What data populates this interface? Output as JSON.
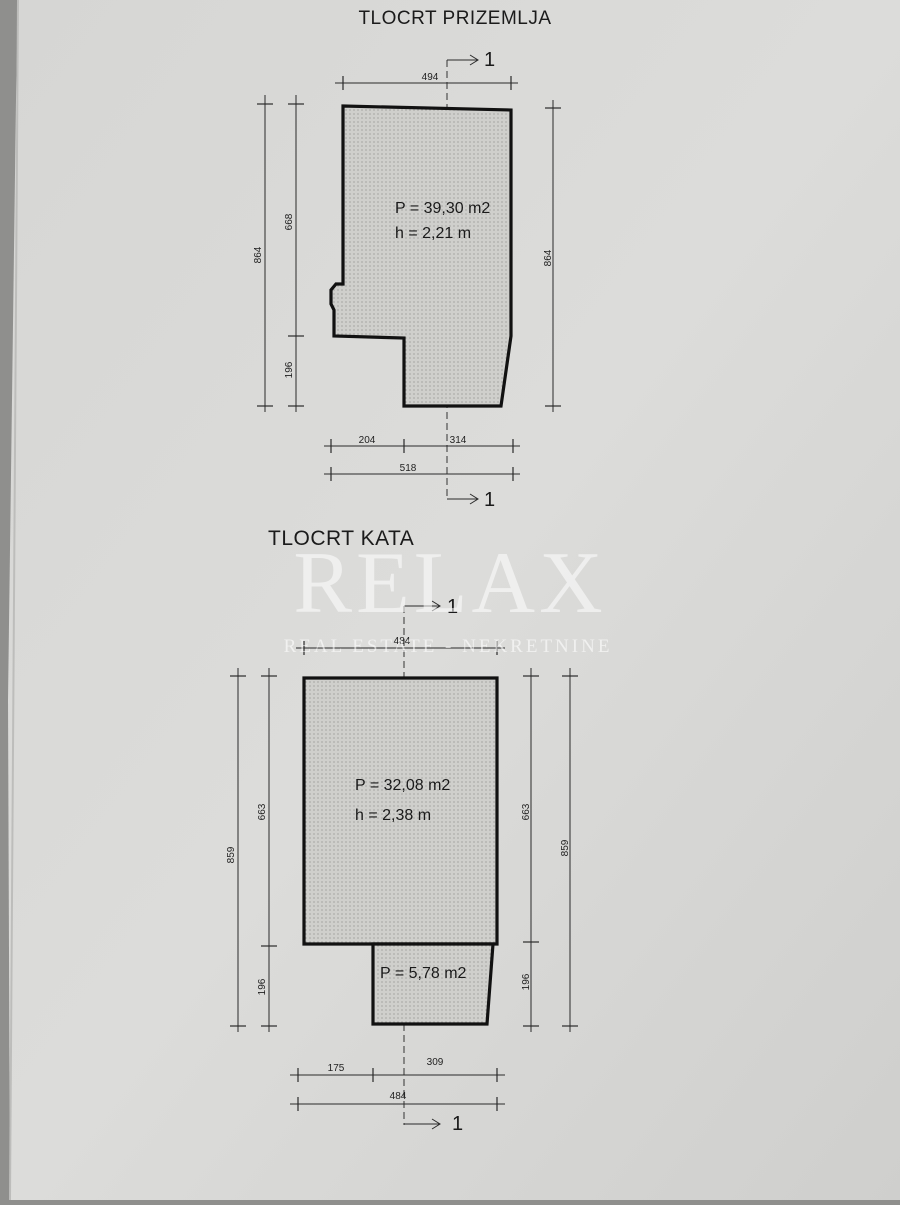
{
  "ground_floor": {
    "title": "TLOCRT PRIZEMLJA",
    "area": "P = 39,30 m2",
    "height": "h = 2,21 m",
    "dim_top": "494",
    "dim_left_total": "864",
    "dim_left_upper": "668",
    "dim_left_lower": "196",
    "dim_right": "864",
    "dim_bottom_left": "204",
    "dim_bottom_right": "314",
    "dim_bottom_total": "518",
    "section_top": "1",
    "section_bottom": "1"
  },
  "upper_floor": {
    "title": "TLOCRT KATA",
    "area_main": "P = 32,08 m2",
    "height": "h = 2,38 m",
    "area_small": "P = 5,78 m2",
    "dim_top": "484",
    "dim_left_total": "859",
    "dim_left_upper": "663",
    "dim_left_lower": "196",
    "dim_right_upper": "663",
    "dim_right_lower": "196",
    "dim_right_total": "859",
    "dim_bottom_left": "175",
    "dim_bottom_right": "309",
    "dim_bottom_total": "484",
    "section_top": "1",
    "section_bottom": "1"
  },
  "watermark": {
    "main": "RELAX",
    "sub": "REAL ESTATE - NEKRETNINE"
  },
  "colors": {
    "paper": "#d8d8d6",
    "ink": "#111111",
    "fill": "#c9c9c6"
  }
}
